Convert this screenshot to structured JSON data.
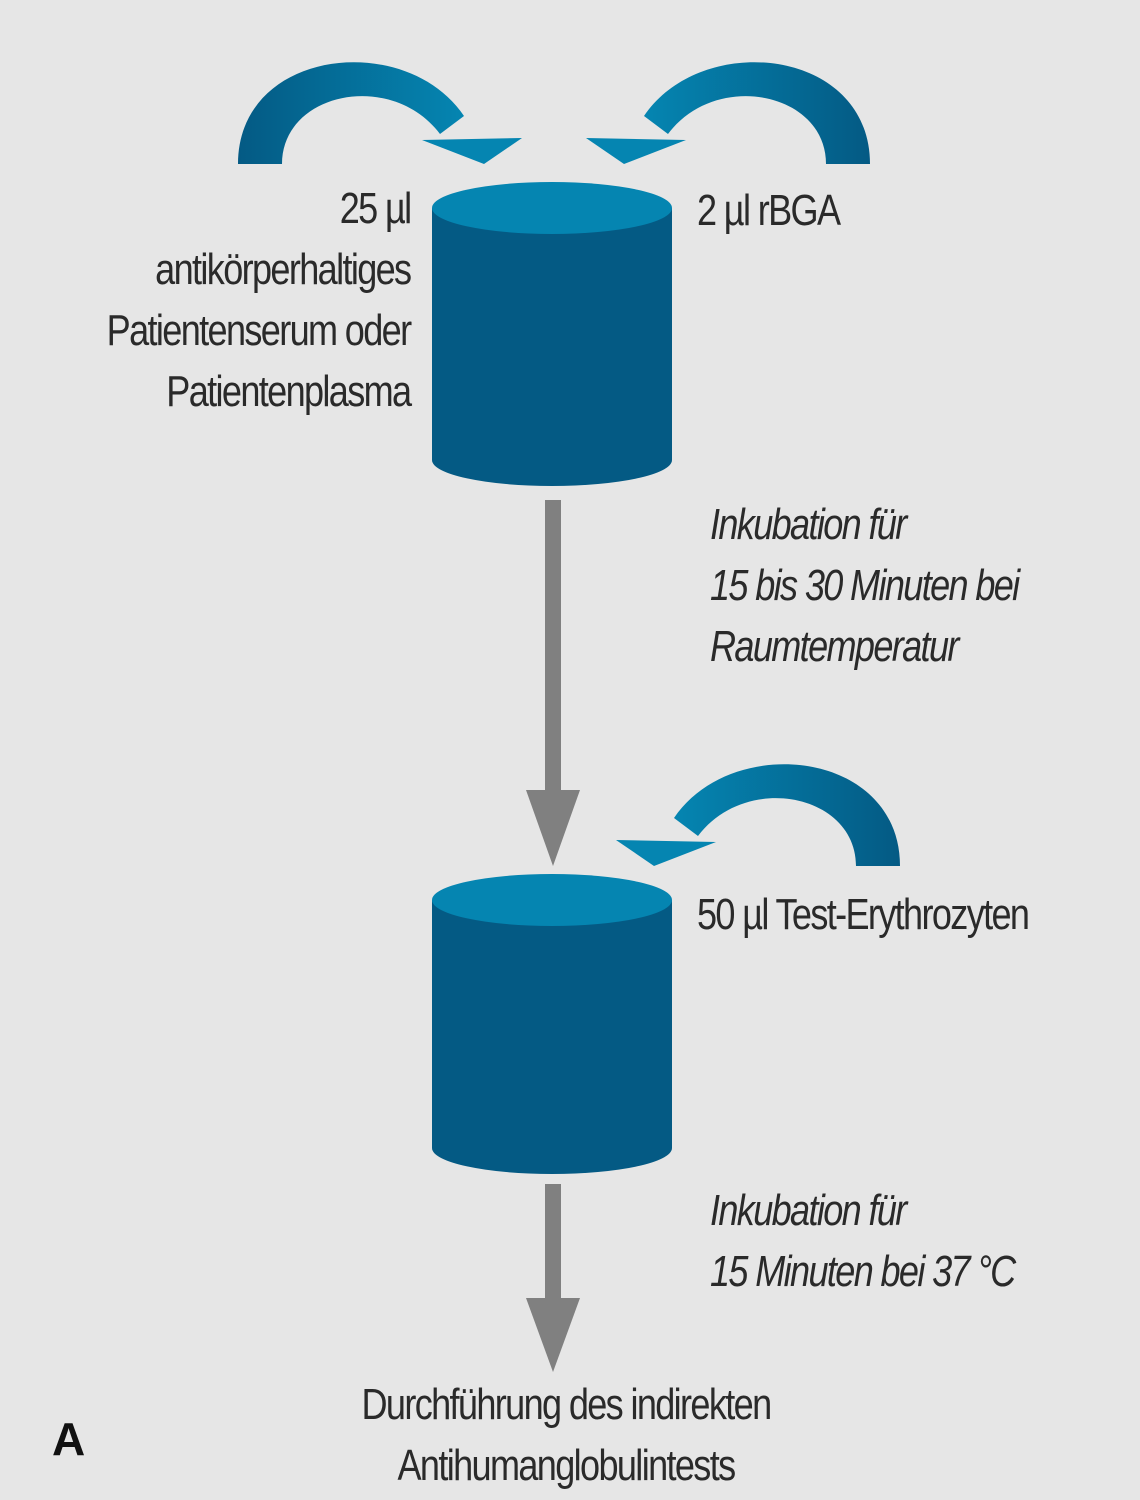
{
  "colors": {
    "background": "#e6e6e6",
    "cylinder_body": "#045a84",
    "cylinder_top": "#0585b1",
    "curved_arrow_outer": "#045a84",
    "curved_arrow_inner": "#0585b1",
    "flow_arrow": "#808080",
    "text": "#2a2a2a"
  },
  "inputs": {
    "serum": [
      "25 µl",
      "antikörperhaltiges",
      "Patientenserum oder",
      "Patientenplasma"
    ],
    "rbga": "2 µl rBGA",
    "erythrocytes": "50 µl Test-Erythrozyten"
  },
  "steps": {
    "incubation_1": [
      "Inkubation für",
      "15 bis 30 Minuten bei",
      "Raumtemperatur"
    ],
    "incubation_2": [
      "Inkubation für",
      "15 Minuten bei 37 °C"
    ]
  },
  "result": [
    "Durchführung des indirekten",
    "Antihumanglobulintests"
  ],
  "panel_label": "A"
}
